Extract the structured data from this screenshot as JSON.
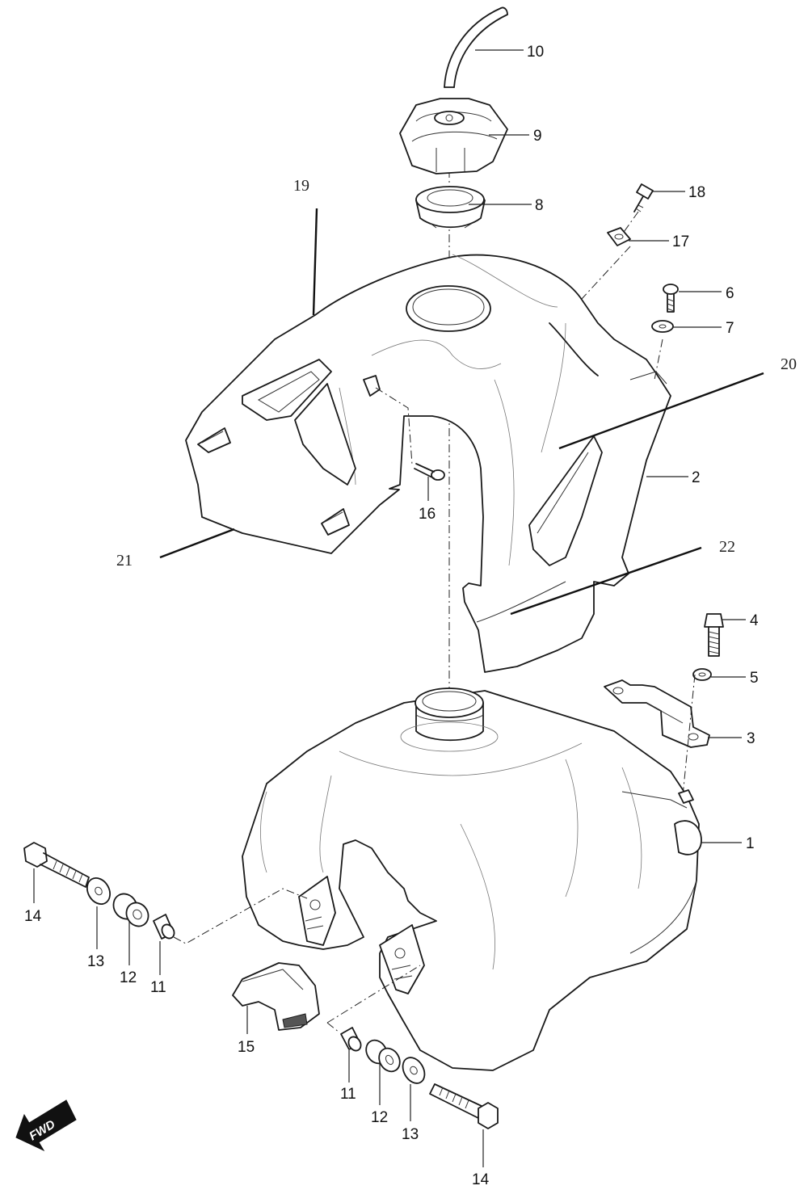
{
  "callouts": {
    "c1": "1",
    "c2": "2",
    "c3": "3",
    "c4": "4",
    "c5": "5",
    "c6": "6",
    "c7": "7",
    "c8": "8",
    "c9": "9",
    "c10": "10",
    "c11a": "11",
    "c11b": "11",
    "c12a": "12",
    "c12b": "12",
    "c13a": "13",
    "c13b": "13",
    "c14a": "14",
    "c14b": "14",
    "c15": "15",
    "c16": "16",
    "c17": "17",
    "c18": "18",
    "c19": "19",
    "c20": "20",
    "c21": "21",
    "c22": "22"
  },
  "fwd_label": "FWD",
  "colors": {
    "line": "#1a1a1a",
    "background": "#ffffff",
    "arrow": "#111111"
  }
}
